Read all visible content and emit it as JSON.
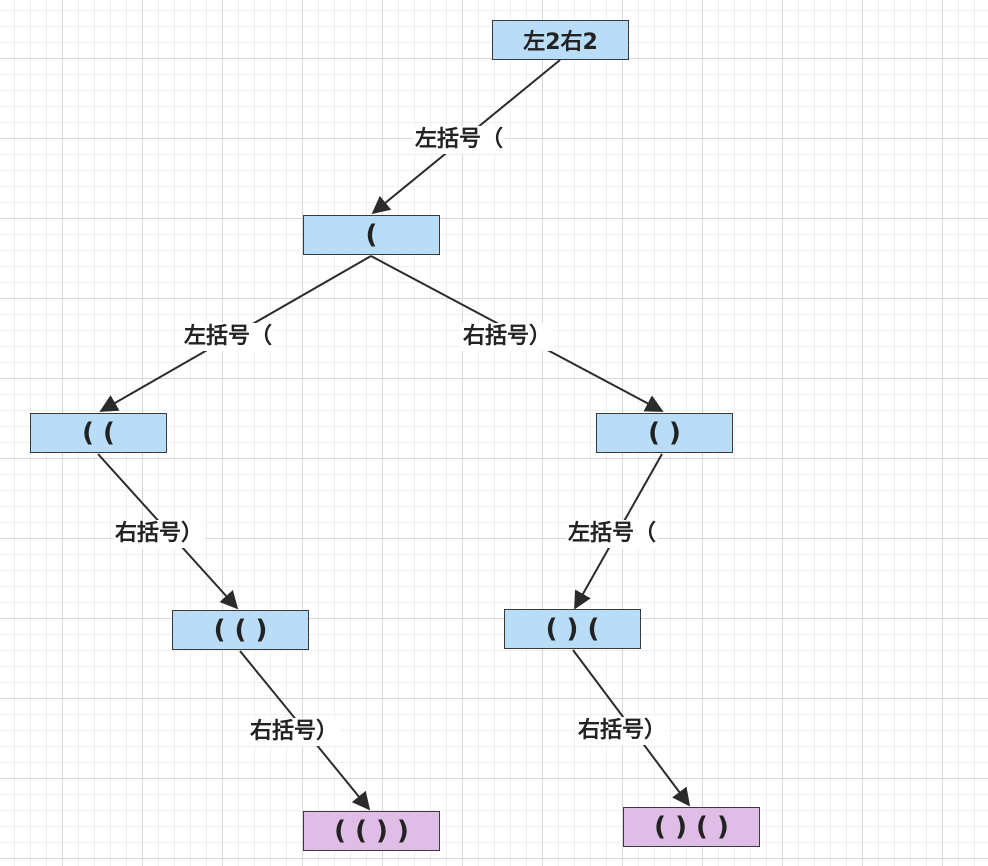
{
  "colors": {
    "node_fill": "#b9dcf7",
    "leaf_fill": "#e0bde6",
    "edge": "#2b2b2b"
  },
  "nodes": {
    "root": "左2右2",
    "n1": "(",
    "n2": "( (",
    "n3": "( )",
    "n4": "( ( )",
    "n5": "( ) (",
    "leaf1": "( ( ) )",
    "leaf2": "( ) ( )"
  },
  "edge_labels": {
    "root_n1": "左括号（",
    "n1_n2": "左括号（",
    "n1_n3": "右括号）",
    "n2_n4": "右括号）",
    "n3_n5": "左括号（",
    "n4_leaf1": "右括号）",
    "n5_leaf2": "右括号）"
  }
}
